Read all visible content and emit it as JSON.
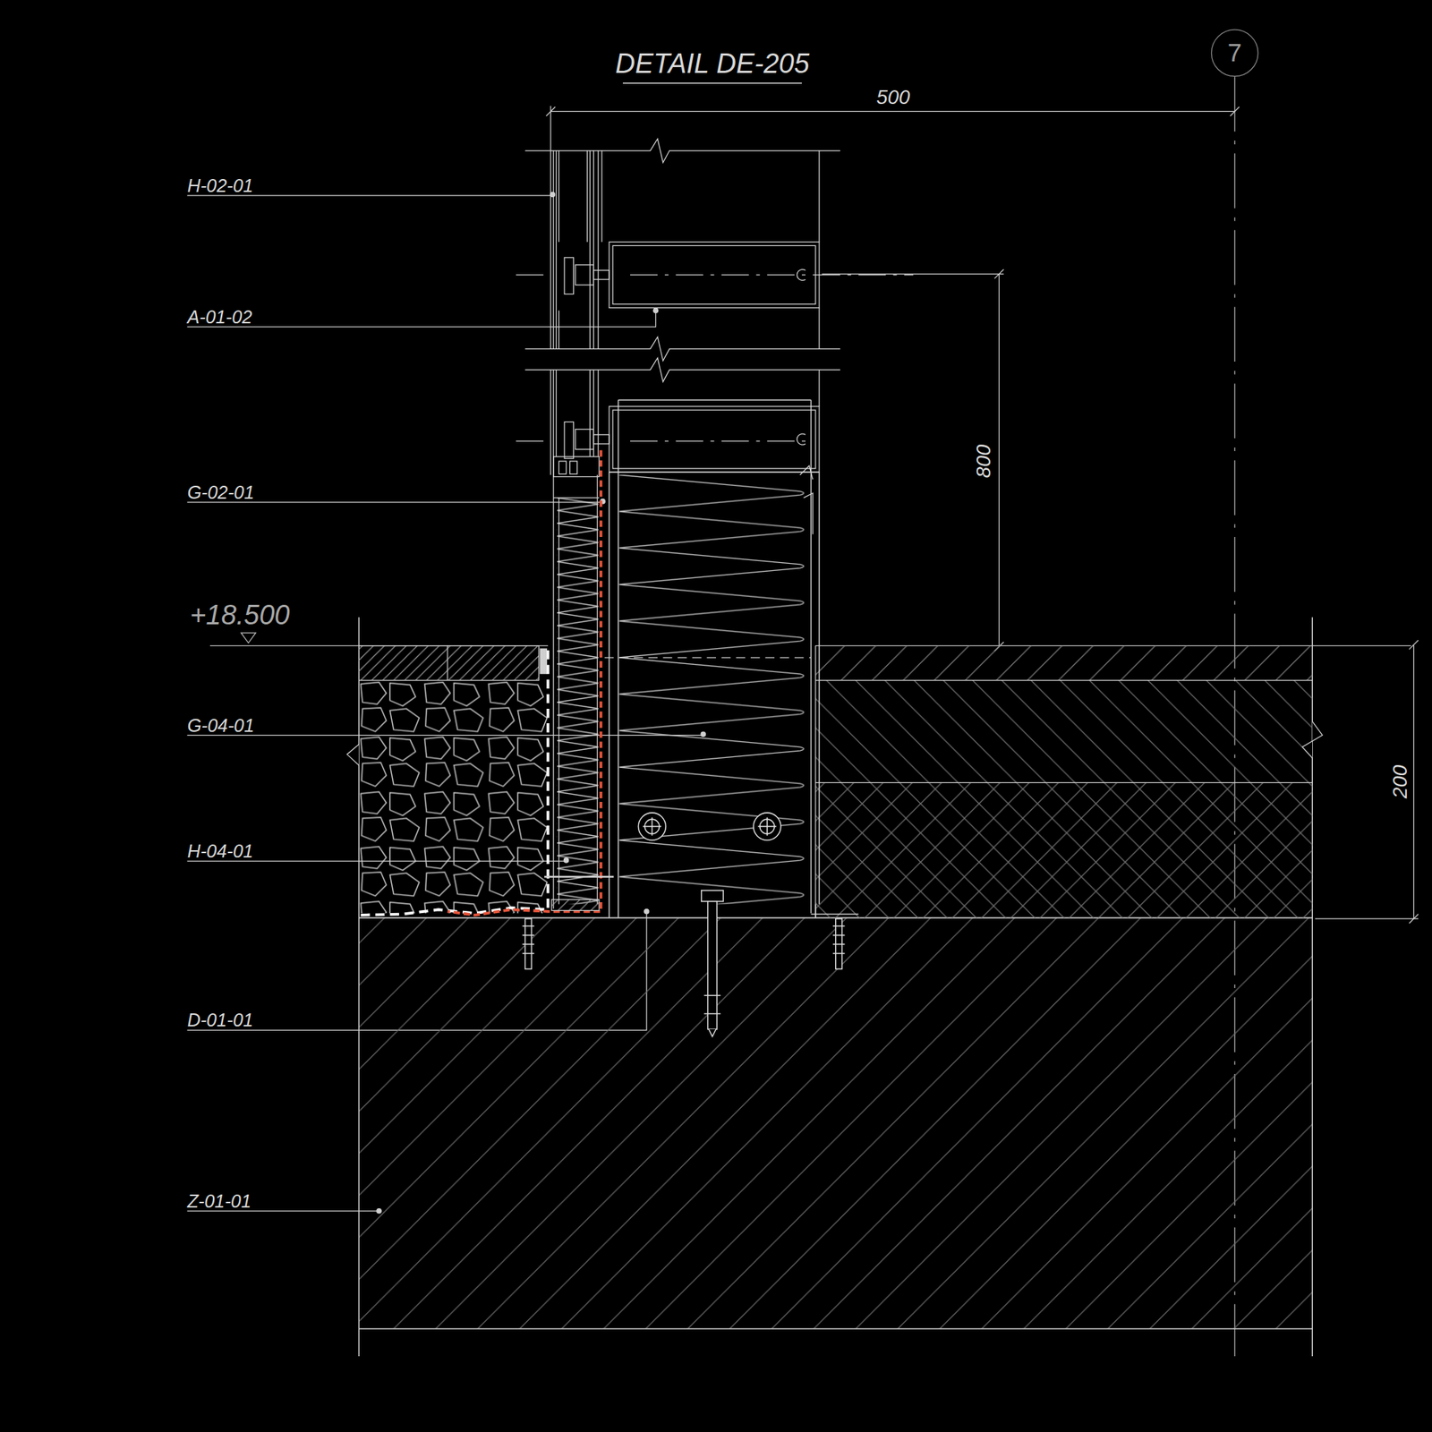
{
  "diagram": {
    "title": "DETAIL DE-205",
    "nodes": [
      {
        "text": [
          "7"
        ]
      }
    ],
    "labels": [
      "500",
      "H-02-01",
      "A-01-02",
      "800",
      "G-02-01",
      "+18.500",
      "G-04-01",
      "200",
      "H-04-01",
      "D-01-01",
      "Z-01-01"
    ]
  }
}
